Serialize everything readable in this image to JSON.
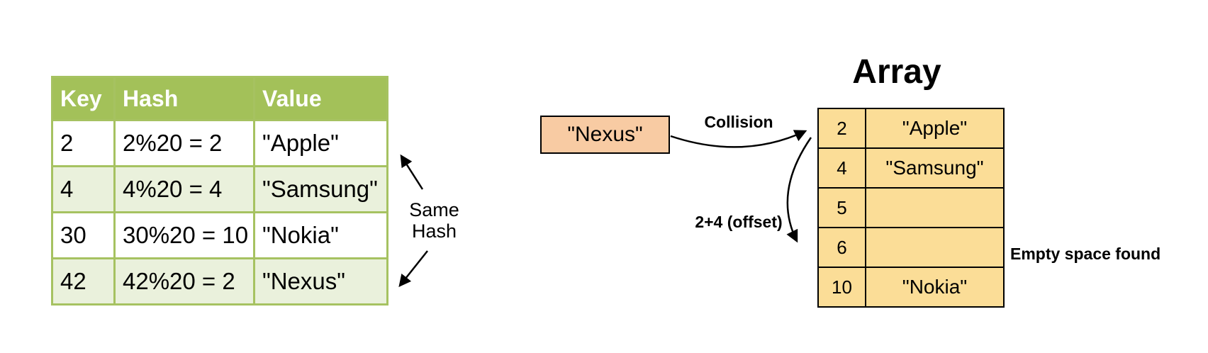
{
  "hash_table": {
    "columns": [
      "Key",
      "Hash",
      "Value"
    ],
    "rows": [
      {
        "key": "2",
        "hash": "2%20 = 2",
        "value": "\"Apple\""
      },
      {
        "key": "4",
        "hash": "4%20 = 4",
        "value": "\"Samsung\""
      },
      {
        "key": "30",
        "hash": "30%20 = 10",
        "value": "\"Nokia\""
      },
      {
        "key": "42",
        "hash": "42%20 = 2",
        "value": "\"Nexus\""
      }
    ]
  },
  "annotations": {
    "same_hash_line1": "Same",
    "same_hash_line2": "Hash",
    "collision": "Collision",
    "offset": "2+4 (offset)",
    "empty_space": "Empty space found"
  },
  "nexus_box": {
    "label": "\"Nexus\""
  },
  "array": {
    "title": "Array",
    "rows": [
      {
        "index": "2",
        "value": "\"Apple\""
      },
      {
        "index": "4",
        "value": "\"Samsung\""
      },
      {
        "index": "5",
        "value": ""
      },
      {
        "index": "6",
        "value": ""
      },
      {
        "index": "10",
        "value": "\"Nokia\""
      }
    ]
  },
  "colors": {
    "table_header_green": "#a3c159",
    "table_alt_row_green": "#eaf1dc",
    "table_grid_green": "#a6c261",
    "array_cell_yellow": "#fbdd97",
    "nexus_box_peach": "#f8cba3",
    "line_black": "#000000"
  }
}
